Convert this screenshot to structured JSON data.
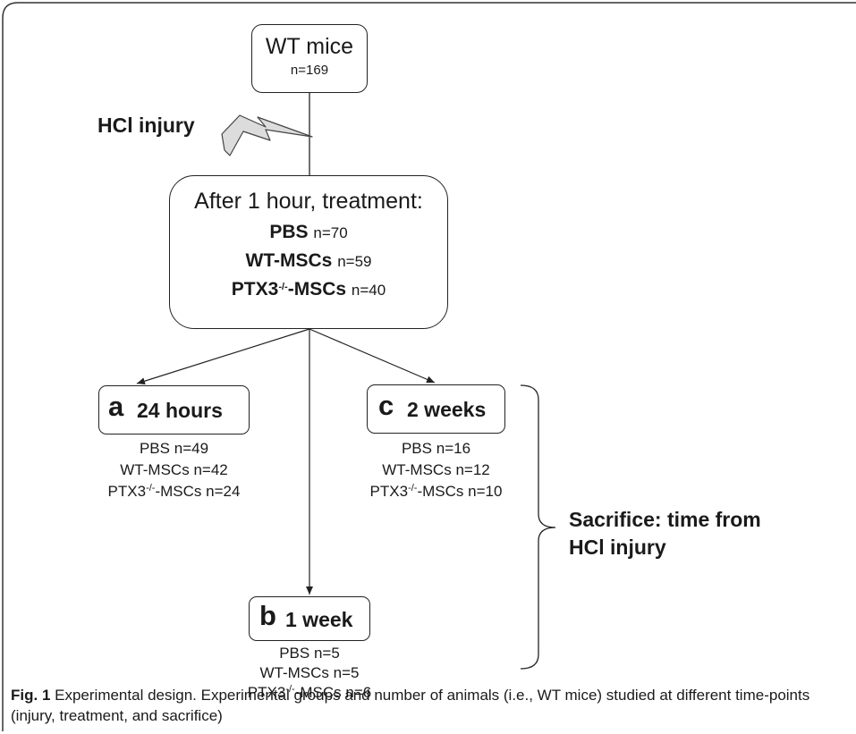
{
  "start": {
    "title": "WT mice",
    "n": "n=169"
  },
  "injury_label": "HCl injury",
  "treatment": {
    "heading": "After 1 hour, treatment:",
    "groups": [
      {
        "name": "PBS",
        "n": "n=70"
      },
      {
        "name": "WT-MSCs",
        "n": "n=59"
      },
      {
        "name_prefix": "PTX3",
        "name_sup": "-/-",
        "name_suffix": "-MSCs",
        "n": "n=40"
      }
    ]
  },
  "timepoints": [
    {
      "letter": "a",
      "label": "24 hours",
      "groups": [
        {
          "name": "PBS",
          "n": "n=49"
        },
        {
          "name": "WT-MSCs",
          "n": "n=42"
        },
        {
          "name_prefix": "PTX3",
          "name_sup": "-/-",
          "name_suffix": "-MSCs",
          "n": "n=24"
        }
      ]
    },
    {
      "letter": "b",
      "label": "1 week",
      "groups": [
        {
          "name": "PBS",
          "n": "n=5"
        },
        {
          "name": "WT-MSCs",
          "n": "n=5"
        },
        {
          "name_prefix": "PTX3",
          "name_sup": "-/-",
          "name_suffix": "-MSCs",
          "n": "n=6"
        }
      ]
    },
    {
      "letter": "c",
      "label": "2 weeks",
      "groups": [
        {
          "name": "PBS",
          "n": "n=16"
        },
        {
          "name": "WT-MSCs",
          "n": "n=12"
        },
        {
          "name_prefix": "PTX3",
          "name_sup": "-/-",
          "name_suffix": "-MSCs",
          "n": "n=10"
        }
      ]
    }
  ],
  "sacrifice_label": {
    "line1": "Sacrifice: time from",
    "line2": "HCl injury"
  },
  "caption": {
    "label": "Fig. 1",
    "text": " Experimental design. Experimental groups and number of animals (i.e., WT mice) studied at different time-points (injury, treatment, and sacrifice)"
  },
  "colors": {
    "line": "#222222",
    "caption_border": "#333333",
    "lightning_fill": "#dcdcdc"
  }
}
